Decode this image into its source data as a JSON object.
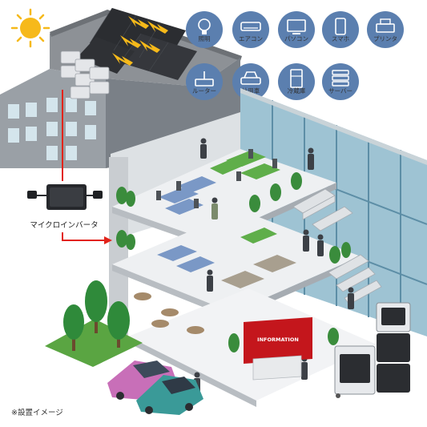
{
  "appliances": [
    {
      "label": "照明",
      "icon": "lightbulb-icon"
    },
    {
      "label": "エアコン",
      "icon": "air-conditioner-icon"
    },
    {
      "label": "パソコン",
      "icon": "monitor-icon"
    },
    {
      "label": "スマホ",
      "icon": "smartphone-icon"
    },
    {
      "label": "プリンタ",
      "icon": "printer-icon"
    },
    {
      "label": "ルーター",
      "icon": "router-icon"
    },
    {
      "label": "社用車",
      "icon": "car-icon"
    },
    {
      "label": "冷蔵庫",
      "icon": "fridge-icon"
    },
    {
      "label": "サーバー",
      "icon": "server-icon"
    }
  ],
  "inverter": {
    "label": "マイクロインバータ"
  },
  "info_sign": {
    "label": "INFORMATION"
  },
  "footnote": "※設置イメージ",
  "colors": {
    "icon_circle": "#5b7faf",
    "arrow": "#e2231a",
    "sun": "#f6b91a",
    "glass": "#8fb6c8",
    "sign": "#c4161c",
    "grass": "#5aa542",
    "car_pink": "#c86fb8",
    "car_teal": "#3a9a98"
  }
}
